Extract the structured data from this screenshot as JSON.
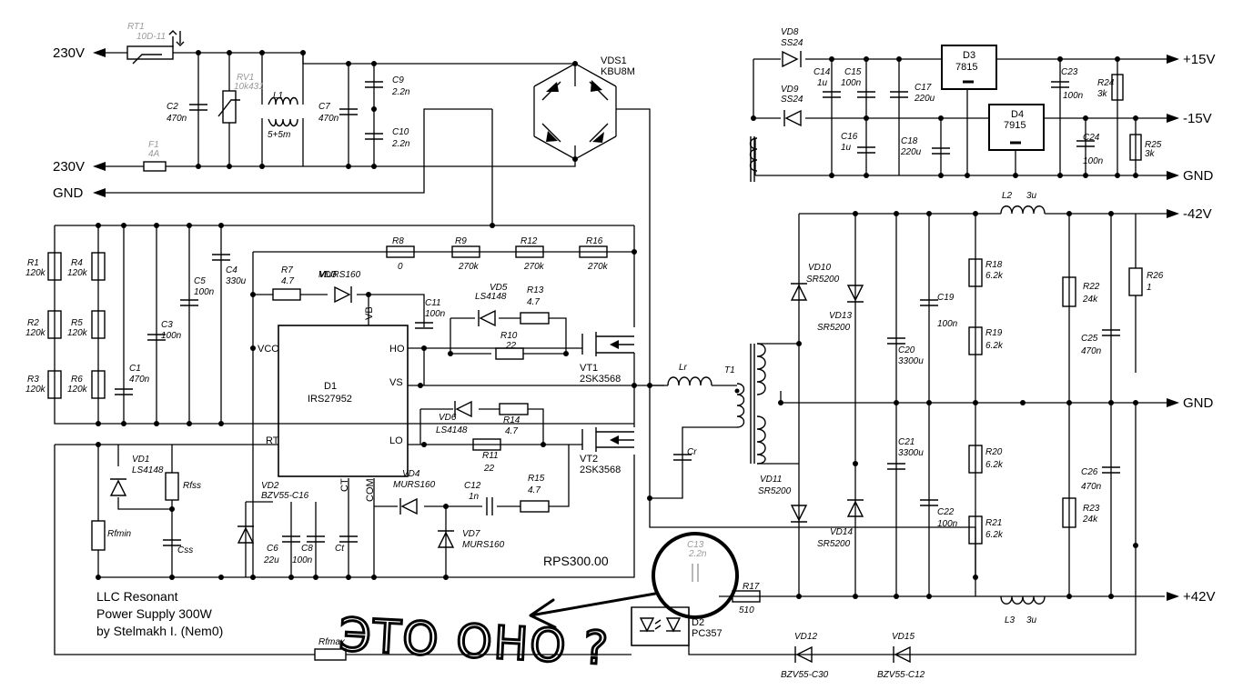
{
  "terminals": {
    "in_230v_top": "230V",
    "in_230v_bottom": "230V",
    "in_gnd": "GND",
    "out_p15": "+15V",
    "out_m15": "-15V",
    "out_gnd_top": "GND",
    "out_m42": "-42V",
    "out_gnd_mid": "GND",
    "out_p42": "+42V"
  },
  "components": [
    {
      "ref": "RT1",
      "value": "10D-11"
    },
    {
      "ref": "RV1",
      "value": "10k431"
    },
    {
      "ref": "C2",
      "value": "470n"
    },
    {
      "ref": "F1",
      "value": "4A"
    },
    {
      "ref": "L1",
      "value": "5+5m"
    },
    {
      "ref": "C7",
      "value": "470n"
    },
    {
      "ref": "C9",
      "value": "2.2n"
    },
    {
      "ref": "C10",
      "value": "2.2n"
    },
    {
      "ref": "VDS1",
      "value": "KBU8M"
    },
    {
      "ref": "VD8",
      "value": "SS24"
    },
    {
      "ref": "VD9",
      "value": "SS24"
    },
    {
      "ref": "C14",
      "value": "1u"
    },
    {
      "ref": "C15",
      "value": "100n"
    },
    {
      "ref": "C16",
      "value": "1u"
    },
    {
      "ref": "C17",
      "value": "220u"
    },
    {
      "ref": "C18",
      "value": "220u"
    },
    {
      "ref": "D3",
      "value": "7815"
    },
    {
      "ref": "D4",
      "value": "7915"
    },
    {
      "ref": "C23",
      "value": "100n"
    },
    {
      "ref": "C24",
      "value": "100n"
    },
    {
      "ref": "R24",
      "value": "3k"
    },
    {
      "ref": "R25",
      "value": "3k"
    },
    {
      "ref": "R1",
      "value": "120k"
    },
    {
      "ref": "R2",
      "value": "120k"
    },
    {
      "ref": "R3",
      "value": "120k"
    },
    {
      "ref": "R4",
      "value": "120k"
    },
    {
      "ref": "R5",
      "value": "120k"
    },
    {
      "ref": "R6",
      "value": "120k"
    },
    {
      "ref": "C1",
      "value": "470n"
    },
    {
      "ref": "C3",
      "value": "100n"
    },
    {
      "ref": "C5",
      "value": "100n"
    },
    {
      "ref": "C4",
      "value": "330u"
    },
    {
      "ref": "R7",
      "value": "4.7"
    },
    {
      "ref": "VD3",
      "value": "MURS160"
    },
    {
      "ref": "R8",
      "value": "0"
    },
    {
      "ref": "R9",
      "value": "270k"
    },
    {
      "ref": "R12",
      "value": "270k"
    },
    {
      "ref": "R16",
      "value": "270k"
    },
    {
      "ref": "C11",
      "value": "100n"
    },
    {
      "ref": "VD5",
      "value": "LS4148"
    },
    {
      "ref": "R13",
      "value": "4.7"
    },
    {
      "ref": "R10",
      "value": "22"
    },
    {
      "ref": "VT1",
      "value": "2SK3568"
    },
    {
      "ref": "D1",
      "value": "IRS27952"
    },
    {
      "ref": "VD6",
      "value": "LS4148"
    },
    {
      "ref": "R14",
      "value": "4.7"
    },
    {
      "ref": "R11",
      "value": "22"
    },
    {
      "ref": "VT2",
      "value": "2SK3568"
    },
    {
      "ref": "VD1",
      "value": "LS4148"
    },
    {
      "ref": "Rfss",
      "value": ""
    },
    {
      "ref": "Rfmin",
      "value": ""
    },
    {
      "ref": "Css",
      "value": ""
    },
    {
      "ref": "VD2",
      "value": "BZV55-C16"
    },
    {
      "ref": "C6",
      "value": "22u"
    },
    {
      "ref": "C8",
      "value": "100n"
    },
    {
      "ref": "Ct",
      "value": ""
    },
    {
      "ref": "VD4",
      "value": "MURS160"
    },
    {
      "ref": "C12",
      "value": "1n"
    },
    {
      "ref": "R15",
      "value": "4.7"
    },
    {
      "ref": "VD7",
      "value": "MURS160"
    },
    {
      "ref": "Lr",
      "value": ""
    },
    {
      "ref": "Cr",
      "value": ""
    },
    {
      "ref": "T1",
      "value": ""
    },
    {
      "ref": "C13",
      "value": "2.2n"
    },
    {
      "ref": "R17",
      "value": "510"
    },
    {
      "ref": "D2",
      "value": "PC357"
    },
    {
      "ref": "Rfmax",
      "value": ""
    },
    {
      "ref": "VD12",
      "value": "BZV55-C30"
    },
    {
      "ref": "VD15",
      "value": "BZV55-C12"
    },
    {
      "ref": "VD10",
      "value": "SR5200"
    },
    {
      "ref": "VD13",
      "value": "SR5200"
    },
    {
      "ref": "VD11",
      "value": "SR5200"
    },
    {
      "ref": "VD14",
      "value": "SR5200"
    },
    {
      "ref": "C19",
      "value": "100n"
    },
    {
      "ref": "C20",
      "value": "3300u"
    },
    {
      "ref": "C21",
      "value": "3300u"
    },
    {
      "ref": "C22",
      "value": "100n"
    },
    {
      "ref": "R18",
      "value": "6.2k"
    },
    {
      "ref": "R19",
      "value": "6.2k"
    },
    {
      "ref": "R20",
      "value": "6.2k"
    },
    {
      "ref": "R21",
      "value": "6.2k"
    },
    {
      "ref": "R22",
      "value": "24k"
    },
    {
      "ref": "R23",
      "value": "24k"
    },
    {
      "ref": "C25",
      "value": "470n"
    },
    {
      "ref": "C26",
      "value": "470n"
    },
    {
      "ref": "R26",
      "value": "1"
    },
    {
      "ref": "L2",
      "value": "3u"
    },
    {
      "ref": "L3",
      "value": "3u"
    }
  ],
  "ic_pins": {
    "vb": "VB",
    "ho": "HO",
    "vs": "VS",
    "lo": "LO",
    "vcc": "VCC",
    "rt": "RT",
    "ct": "CT",
    "com": "COM"
  },
  "board_id": "RPS300.00",
  "credits": {
    "line1": "LLC Resonant",
    "line2": "Power Supply 300W",
    "line3": "by Stelmakh I. (Nem0)"
  },
  "annotation": {
    "text": "ЭТО ОНО ?"
  }
}
